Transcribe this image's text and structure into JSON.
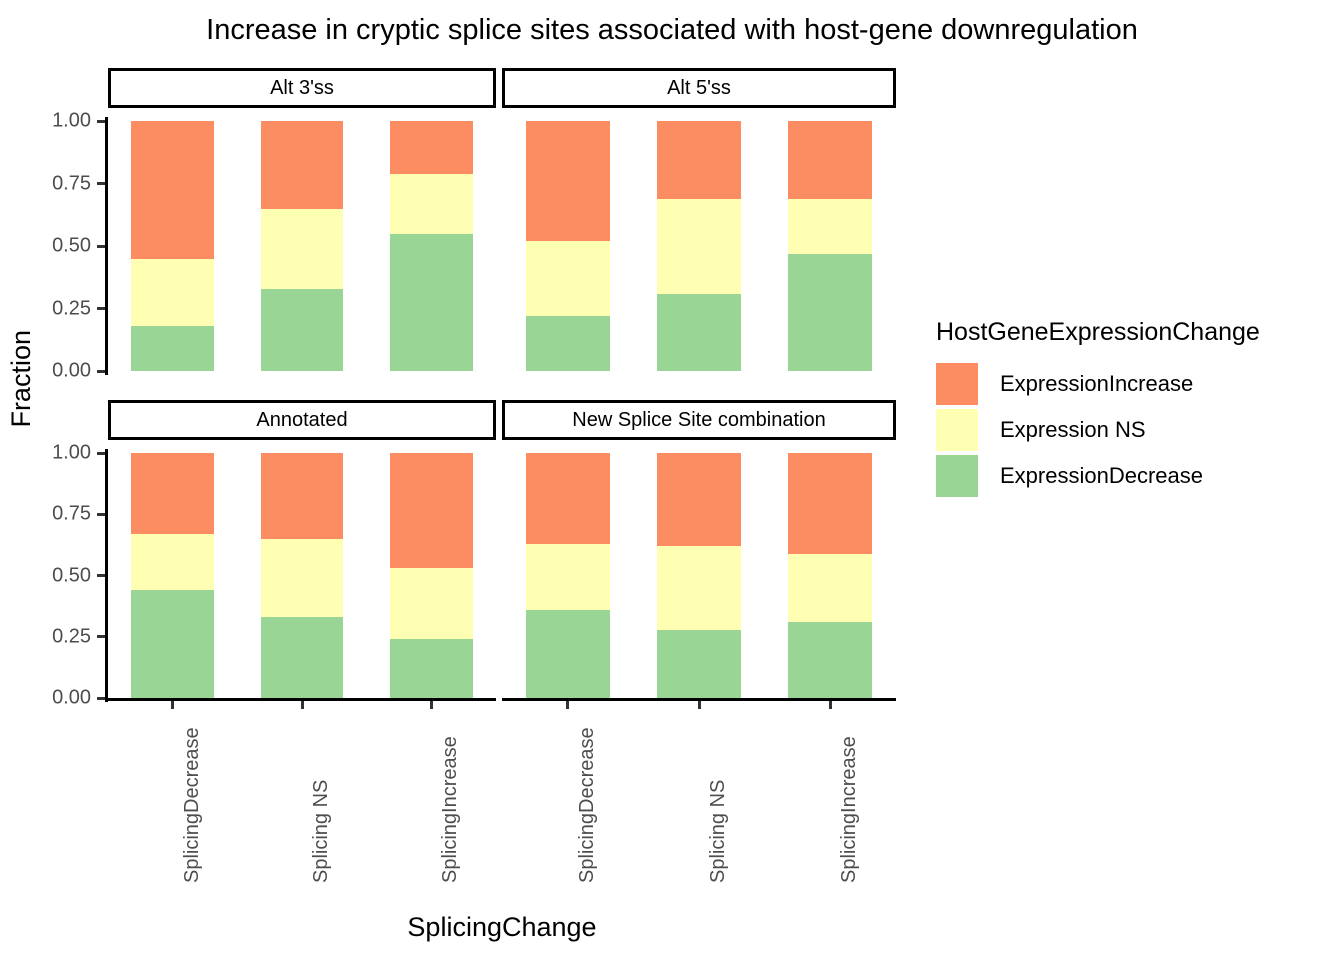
{
  "chart_data": {
    "type": "bar",
    "title": "Increase in cryptic splice sites associated with host-gene downregulation",
    "xlabel": "SplicingChange",
    "ylabel": "Fraction",
    "stacked": true,
    "position": "fill",
    "ylim": [
      0,
      1
    ],
    "yticks": [
      "0.00",
      "0.25",
      "0.50",
      "0.75",
      "1.00"
    ],
    "ytick_values": [
      0,
      0.25,
      0.5,
      0.75,
      1
    ],
    "grid": false,
    "categories": [
      "SplicingDecrease",
      "Splicing NS",
      "SplicingIncrease"
    ],
    "legend": {
      "title": "HostGeneExpressionChange",
      "position": "right",
      "entries": [
        {
          "label": "ExpressionIncrease",
          "color": "#FC8D62"
        },
        {
          "label": "Expression NS",
          "color": "#FFFFB3"
        },
        {
          "label": "ExpressionDecrease",
          "color": "#99D594"
        }
      ]
    },
    "facets": [
      {
        "label": "Alt 3'ss",
        "row": 0,
        "col": 0,
        "series": [
          {
            "name": "ExpressionDecrease",
            "color": "#99D594",
            "values": [
              0.18,
              0.33,
              0.55
            ]
          },
          {
            "name": "Expression NS",
            "color": "#FFFFB3",
            "values": [
              0.27,
              0.32,
              0.24
            ]
          },
          {
            "name": "ExpressionIncrease",
            "color": "#FC8D62",
            "values": [
              0.55,
              0.35,
              0.21
            ]
          }
        ],
        "cumulative_tops": [
          [
            0.18,
            0.45,
            1.0
          ],
          [
            0.33,
            0.65,
            1.0
          ],
          [
            0.55,
            0.79,
            1.0
          ]
        ]
      },
      {
        "label": "Alt 5'ss",
        "row": 0,
        "col": 1,
        "series": [
          {
            "name": "ExpressionDecrease",
            "color": "#99D594",
            "values": [
              0.22,
              0.31,
              0.47
            ]
          },
          {
            "name": "Expression NS",
            "color": "#FFFFB3",
            "values": [
              0.3,
              0.38,
              0.22
            ]
          },
          {
            "name": "ExpressionIncrease",
            "color": "#FC8D62",
            "values": [
              0.48,
              0.31,
              0.31
            ]
          }
        ],
        "cumulative_tops": [
          [
            0.22,
            0.52,
            1.0
          ],
          [
            0.31,
            0.69,
            1.0
          ],
          [
            0.47,
            0.69,
            1.0
          ]
        ]
      },
      {
        "label": "Annotated",
        "row": 1,
        "col": 0,
        "series": [
          {
            "name": "ExpressionDecrease",
            "color": "#99D594",
            "values": [
              0.44,
              0.33,
              0.24
            ]
          },
          {
            "name": "Expression NS",
            "color": "#FFFFB3",
            "values": [
              0.23,
              0.32,
              0.29
            ]
          },
          {
            "name": "ExpressionIncrease",
            "color": "#FC8D62",
            "values": [
              0.33,
              0.35,
              0.47
            ]
          }
        ],
        "cumulative_tops": [
          [
            0.44,
            0.67,
            1.0
          ],
          [
            0.33,
            0.65,
            1.0
          ],
          [
            0.24,
            0.53,
            1.0
          ]
        ]
      },
      {
        "label": "New Splice Site combination",
        "row": 1,
        "col": 1,
        "series": [
          {
            "name": "ExpressionDecrease",
            "color": "#99D594",
            "values": [
              0.36,
              0.28,
              0.31
            ]
          },
          {
            "name": "Expression NS",
            "color": "#FFFFB3",
            "values": [
              0.27,
              0.34,
              0.28
            ]
          },
          {
            "name": "ExpressionIncrease",
            "color": "#FC8D62",
            "values": [
              0.37,
              0.38,
              0.41
            ]
          }
        ],
        "cumulative_tops": [
          [
            0.36,
            0.63,
            1.0
          ],
          [
            0.28,
            0.62,
            1.0
          ],
          [
            0.31,
            0.59,
            1.0
          ]
        ]
      }
    ]
  }
}
